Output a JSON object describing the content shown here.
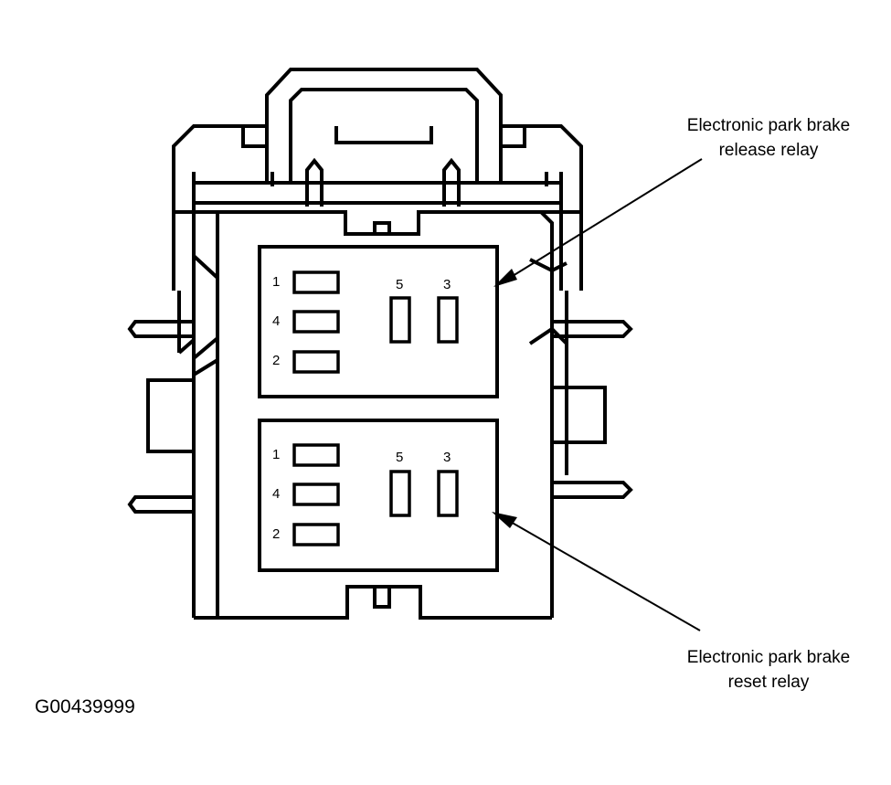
{
  "callouts": {
    "release": {
      "line1": "Electronic park brake",
      "line2": "release relay"
    },
    "reset": {
      "line1": "Electronic park brake",
      "line2": "reset relay"
    }
  },
  "relays": {
    "upper": {
      "left_pins": [
        "1",
        "4",
        "2"
      ],
      "right_pins": [
        "5",
        "3"
      ]
    },
    "lower": {
      "left_pins": [
        "1",
        "4",
        "2"
      ],
      "right_pins": [
        "5",
        "3"
      ]
    }
  },
  "figure_id": "G00439999"
}
